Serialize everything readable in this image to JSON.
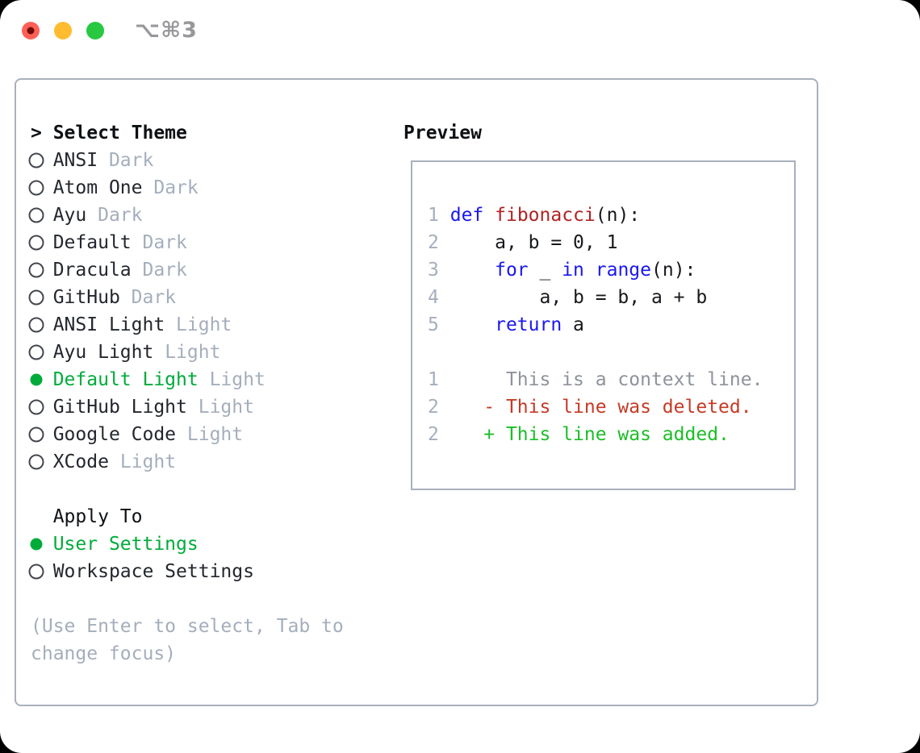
{
  "window": {
    "title": "⌥⌘3"
  },
  "theme_selector": {
    "header_prefix": "> ",
    "header": "Select Theme",
    "items": [
      {
        "name": "ANSI",
        "variant": "Dark",
        "selected": false
      },
      {
        "name": "Atom One",
        "variant": "Dark",
        "selected": false
      },
      {
        "name": "Ayu",
        "variant": "Dark",
        "selected": false
      },
      {
        "name": "Default",
        "variant": "Dark",
        "selected": false
      },
      {
        "name": "Dracula",
        "variant": "Dark",
        "selected": false
      },
      {
        "name": "GitHub",
        "variant": "Dark",
        "selected": false
      },
      {
        "name": "ANSI Light",
        "variant": "Light",
        "selected": false
      },
      {
        "name": "Ayu Light",
        "variant": "Light",
        "selected": false
      },
      {
        "name": "Default Light",
        "variant": "Light",
        "selected": true
      },
      {
        "name": "GitHub Light",
        "variant": "Light",
        "selected": false
      },
      {
        "name": "Google Code",
        "variant": "Light",
        "selected": false
      },
      {
        "name": "XCode",
        "variant": "Light",
        "selected": false
      }
    ],
    "apply_to": {
      "header": "Apply To",
      "options": [
        {
          "name": "User Settings",
          "selected": true
        },
        {
          "name": "Workspace Settings",
          "selected": false
        }
      ]
    },
    "help": "(Use Enter to select, Tab to\nchange focus)"
  },
  "preview": {
    "header": "Preview",
    "code_lines": [
      {
        "num": "1",
        "segs": [
          [
            "plain",
            " "
          ],
          [
            "kw",
            "def"
          ],
          [
            "plain",
            " "
          ],
          [
            "fn",
            "fibonacci"
          ],
          [
            "plain",
            "(n):"
          ]
        ]
      },
      {
        "num": "2",
        "segs": [
          [
            "plain",
            "     a, b = 0, 1"
          ]
        ]
      },
      {
        "num": "3",
        "segs": [
          [
            "plain",
            "     "
          ],
          [
            "kw",
            "for"
          ],
          [
            "plain",
            " _ "
          ],
          [
            "kw",
            "in"
          ],
          [
            "plain",
            " "
          ],
          [
            "kw",
            "range"
          ],
          [
            "plain",
            "(n):"
          ]
        ]
      },
      {
        "num": "4",
        "segs": [
          [
            "plain",
            "         a, b = b, a + b"
          ]
        ]
      },
      {
        "num": "5",
        "segs": [
          [
            "plain",
            "     "
          ],
          [
            "kw",
            "return"
          ],
          [
            "plain",
            " a"
          ]
        ]
      },
      {
        "num": "",
        "segs": []
      },
      {
        "num": "1",
        "segs": [
          [
            "ctx",
            "      This is a context line."
          ]
        ]
      },
      {
        "num": "2",
        "segs": [
          [
            "del",
            "    - This line was deleted."
          ]
        ]
      },
      {
        "num": "2",
        "segs": [
          [
            "add",
            "    + This line was added."
          ]
        ]
      }
    ]
  },
  "colors": {
    "accent_green": "#00ab3a",
    "added_green": "#1cbe28",
    "deleted_red": "#c53a26",
    "keyword_blue": "#1a18ef",
    "function_red": "#b22222",
    "muted_gray": "#a5aebc",
    "context_gray": "#8e939b",
    "text_dark": "#23272d",
    "border_gray": "#a9b0bc",
    "ring_dark": "#43474e",
    "traffic_red": "#ff5f57",
    "traffic_yellow": "#febc2e",
    "traffic_green": "#28c840"
  }
}
